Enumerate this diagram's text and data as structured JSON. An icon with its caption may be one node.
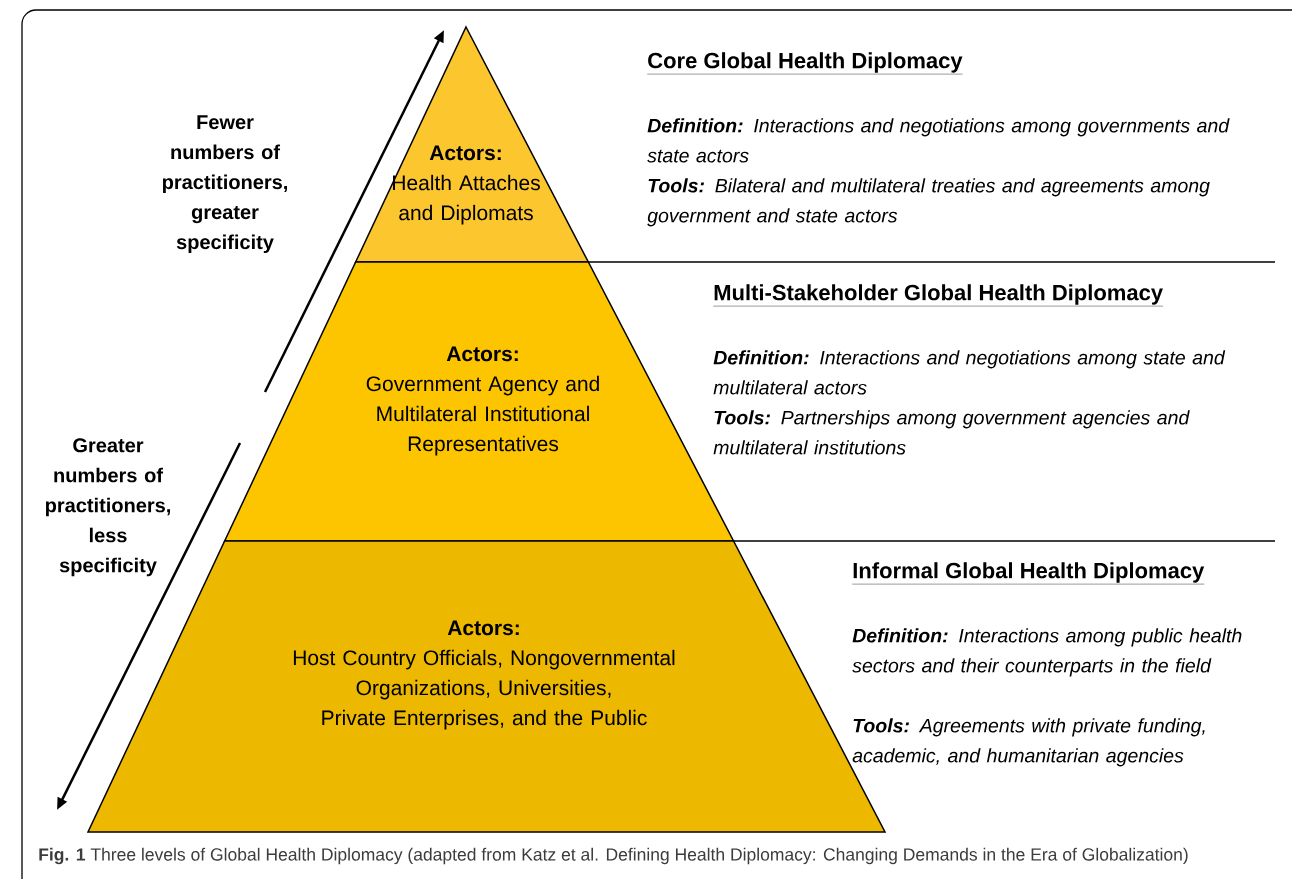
{
  "diagram": {
    "caption": "**Fig. 1** Three levels of Global Health Diplomacy (adapted from Katz et al. Defining Health Diplomacy: Changing Demands in the Era of Globalization)",
    "nodes": [
      {
        "text": [
          "Actors:",
          "Health Attaches and Diplomats"
        ]
      },
      {
        "text": [
          "Actors:",
          "Government Agency and Multilateral Institutional Representatives"
        ]
      },
      {
        "text": [
          "Actors:",
          "Host Country Officials, Nongovernmental Organizations, Universities, Private Enterprises, and the Public"
        ]
      }
    ],
    "labels": [
      "Core Global Health Diplomacy",
      "**Definition:** Interactions and negotiations among governments and state actors",
      "**Tools:** Bilateral and multilateral treaties and agreements among government and state actors",
      "Fewer numbers of practitioners, greater specificity",
      "Multi-Stakeholder Global Health Diplomacy",
      "**Definition:** Interactions and negotiations among state and multilateral actors",
      "**Tools:** Partnerships among government agencies and multilateral institutions",
      "Greater numbers of practitioners, less specificity",
      "Informal Global Health Diplomacy",
      "**Definition:** Interactions among public health sectors and their counterparts in the field",
      "**Tools:** Agreements with private funding, academic, and humanitarian agencies"
    ]
  }
}
